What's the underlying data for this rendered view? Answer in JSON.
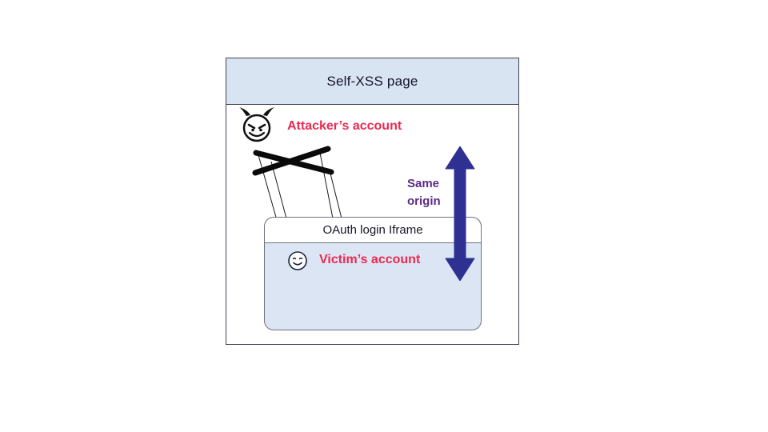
{
  "diagram": {
    "page": {
      "title": "Self-XSS page"
    },
    "attacker": {
      "label": "Attacker’s account",
      "icon": "devil-icon"
    },
    "marionette": {
      "icon": "marionette-strings"
    },
    "iframe": {
      "title": "OAuth login Iframe"
    },
    "victim": {
      "label": "Victim’s account",
      "icon": "smiley-icon"
    },
    "same_origin": {
      "label": "Same origin",
      "icon": "double-arrow-icon"
    },
    "colors": {
      "accent_red": "#ea2a52",
      "purple": "#5b2a86",
      "arrow_blue": "#2e3192",
      "header_fill": "#d9e4f2",
      "iframe_fill": "#dbe5f3",
      "border": "#3f4257"
    }
  }
}
